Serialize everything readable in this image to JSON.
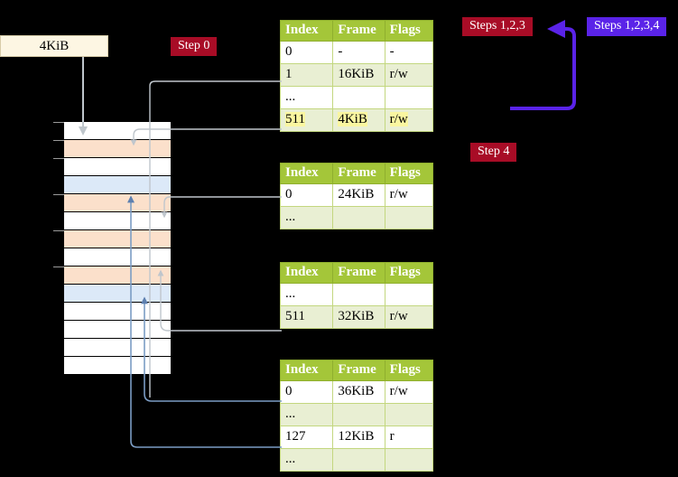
{
  "page": {
    "title": "Multi-level page table walk diagram",
    "background": "#000000"
  },
  "size_box": {
    "label": "4KiB"
  },
  "badges": [
    {
      "id": "step0",
      "label": "Step 0",
      "color": "#A80C26"
    },
    {
      "id": "steps123",
      "label": "Steps 1,2,3",
      "color": "#A80C26"
    },
    {
      "id": "step4",
      "label": "Step 4",
      "color": "#A80C26"
    },
    {
      "id": "steps1234",
      "label": "Steps 1,2,3,4",
      "color": "#5A23E8"
    }
  ],
  "memory": {
    "name": "physical-memory-column",
    "row_count": 14,
    "rows": [
      {
        "fill": "white"
      },
      {
        "fill": "peach"
      },
      {
        "fill": "white"
      },
      {
        "fill": "blue"
      },
      {
        "fill": "peach"
      },
      {
        "fill": "white"
      },
      {
        "fill": "peach"
      },
      {
        "fill": "white"
      },
      {
        "fill": "peach"
      },
      {
        "fill": "blue"
      },
      {
        "fill": "white"
      },
      {
        "fill": "white"
      },
      {
        "fill": "white"
      },
      {
        "fill": "white"
      }
    ],
    "colors": {
      "peach": "#FBE0CB",
      "blue": "#DCE9F8",
      "white": "#FFFFFF",
      "border": "#000000"
    }
  },
  "tables": {
    "headers": [
      "Index",
      "Frame",
      "Flags"
    ],
    "list": [
      {
        "id": "page-table-1",
        "rows": [
          {
            "index": "0",
            "frame": "-",
            "flags": "-",
            "alt": false,
            "highlight": false
          },
          {
            "index": "1",
            "frame": "16KiB",
            "flags": "r/w",
            "alt": true,
            "highlight": false
          },
          {
            "index": "...",
            "frame": "",
            "flags": "",
            "alt": false,
            "highlight": false
          },
          {
            "index": "511",
            "frame": "4KiB",
            "flags": "r/w",
            "alt": true,
            "highlight": true
          }
        ]
      },
      {
        "id": "page-table-2",
        "rows": [
          {
            "index": "0",
            "frame": "24KiB",
            "flags": "r/w",
            "alt": false,
            "highlight": false
          },
          {
            "index": "...",
            "frame": "",
            "flags": "",
            "alt": true,
            "highlight": false
          }
        ]
      },
      {
        "id": "page-table-3",
        "rows": [
          {
            "index": "...",
            "frame": "",
            "flags": "",
            "alt": false,
            "highlight": false
          },
          {
            "index": "511",
            "frame": "32KiB",
            "flags": "r/w",
            "alt": true,
            "highlight": false
          }
        ]
      },
      {
        "id": "page-table-4",
        "rows": [
          {
            "index": "0",
            "frame": "36KiB",
            "flags": "r/w",
            "alt": false,
            "highlight": false
          },
          {
            "index": "...",
            "frame": "",
            "flags": "",
            "alt": true,
            "highlight": false
          },
          {
            "index": "127",
            "frame": "12KiB",
            "flags": "r",
            "alt": false,
            "highlight": false
          },
          {
            "index": "...",
            "frame": "",
            "flags": "",
            "alt": true,
            "highlight": false
          }
        ]
      }
    ]
  },
  "wires": {
    "walk_color": "#BDBDBD",
    "return_color": "#7B9CC4",
    "bracket_color": "#5A23E8"
  }
}
